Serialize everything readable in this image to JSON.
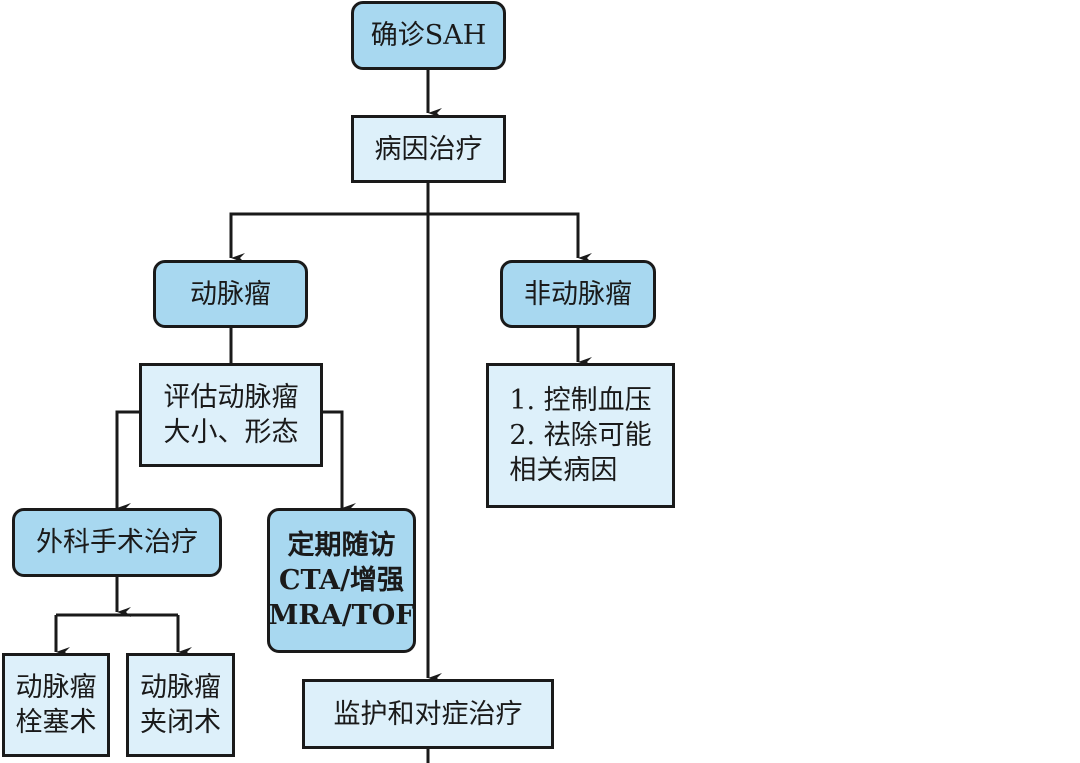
{
  "diagram": {
    "colors": {
      "primary_fill": "#a8d8f0",
      "secondary_fill": "#ddf0fa",
      "stroke": "#1a1a1a"
    },
    "nodes": {
      "confirm_sah": "确诊SAH",
      "etiology": "病因治疗",
      "aneurysm": "动脉瘤",
      "non_aneurysm": "非动脉瘤",
      "assess": "评估动脉瘤\n大小、形态",
      "non_aneurysm_steps": "1. 控制血压\n2. 祛除可能\n    相关病因",
      "surgery": "外科手术治疗",
      "followup": "定期随访\nCTA/增强\nMRA/TOF",
      "embolization": "动脉瘤\n栓塞术",
      "clipping": "动脉瘤\n夹闭术",
      "monitoring": "监护和对症治疗"
    }
  }
}
